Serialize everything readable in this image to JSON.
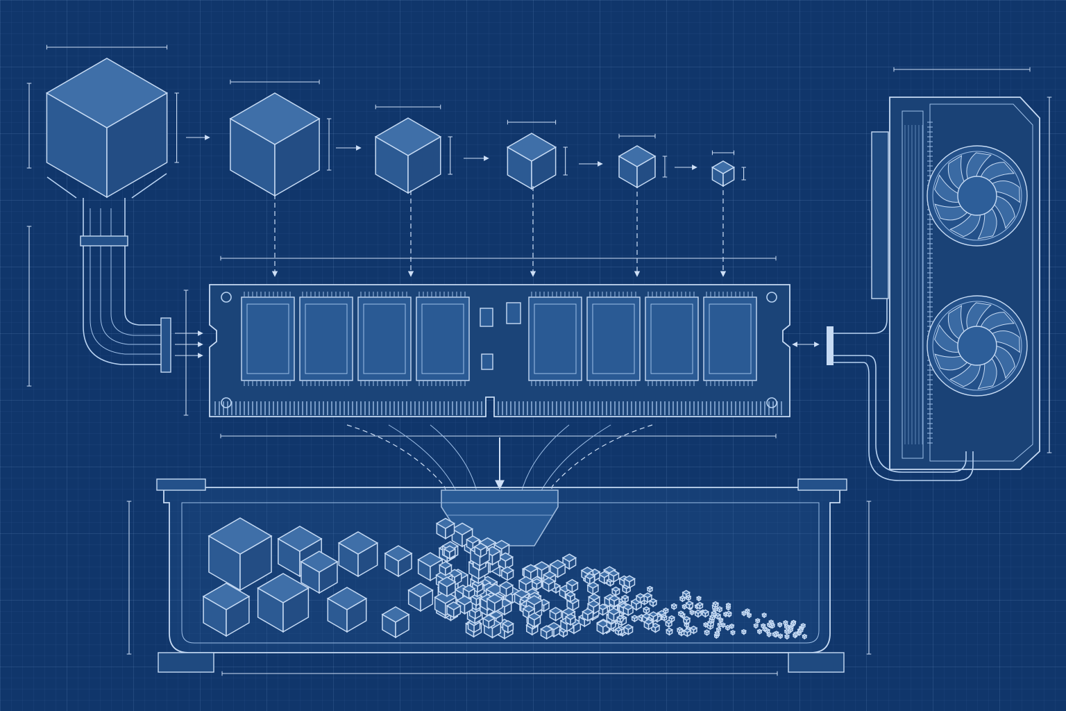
{
  "diagram": {
    "labels": [],
    "colors": {
      "background": "#10366b",
      "line": "#b9d3f2",
      "face_top": "#3f6fa8",
      "face_left": "#2c5a93",
      "face_right": "#234d84"
    },
    "cube_sequence_count": 6,
    "ram_chip_count": 8,
    "gpu_fan_count": 2
  }
}
